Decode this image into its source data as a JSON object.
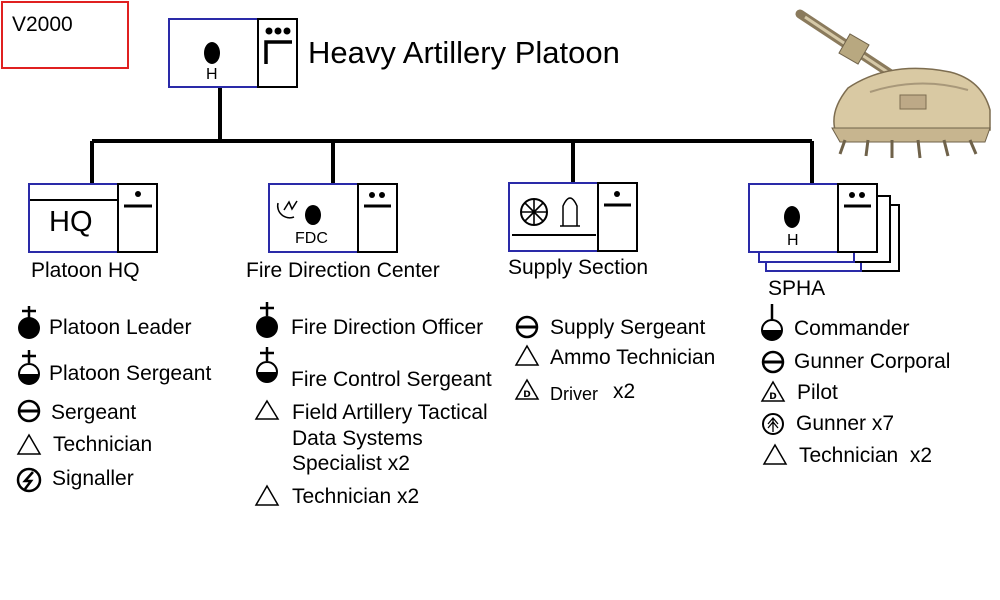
{
  "corner_tag": "V2000",
  "title": "Heavy Artillery Platoon",
  "hq_symbol_letter": "H",
  "units": {
    "hq": {
      "name": "Platoon HQ",
      "box_text": "HQ",
      "roster": [
        "Platoon Leader",
        "Platoon Sergeant",
        "Sergeant",
        "Technician",
        "Signaller"
      ]
    },
    "fdc": {
      "name": "Fire Direction Center",
      "box_text": "FDC",
      "roster": [
        "Fire Direction Officer",
        "Fire Control Sergeant",
        "Field Artillery Tactical",
        "Data Systems",
        "Specialist x2",
        "Technician x2"
      ]
    },
    "supply": {
      "name": "Supply Section",
      "roster": [
        "Supply Sergeant",
        "Ammo Technician",
        "Driver",
        "x2"
      ]
    },
    "spha": {
      "name": "SPHA",
      "box_text": "H",
      "roster": [
        "Commander",
        "Gunner Corporal",
        "Pilot",
        "Gunner x7",
        "Technician  x2"
      ]
    }
  },
  "colors": {
    "unit_border": "#2a2aa8",
    "tag_border": "#e02020",
    "line": "#000000"
  },
  "icons": [
    "artillery-dot-icon",
    "radar-icon",
    "wheel-icon",
    "missile-icon",
    "officer-icon",
    "nco-icon",
    "technician-icon",
    "signaller-icon",
    "driver-icon",
    "pilot-icon",
    "gunner-icon",
    "vehicle-illustration"
  ]
}
